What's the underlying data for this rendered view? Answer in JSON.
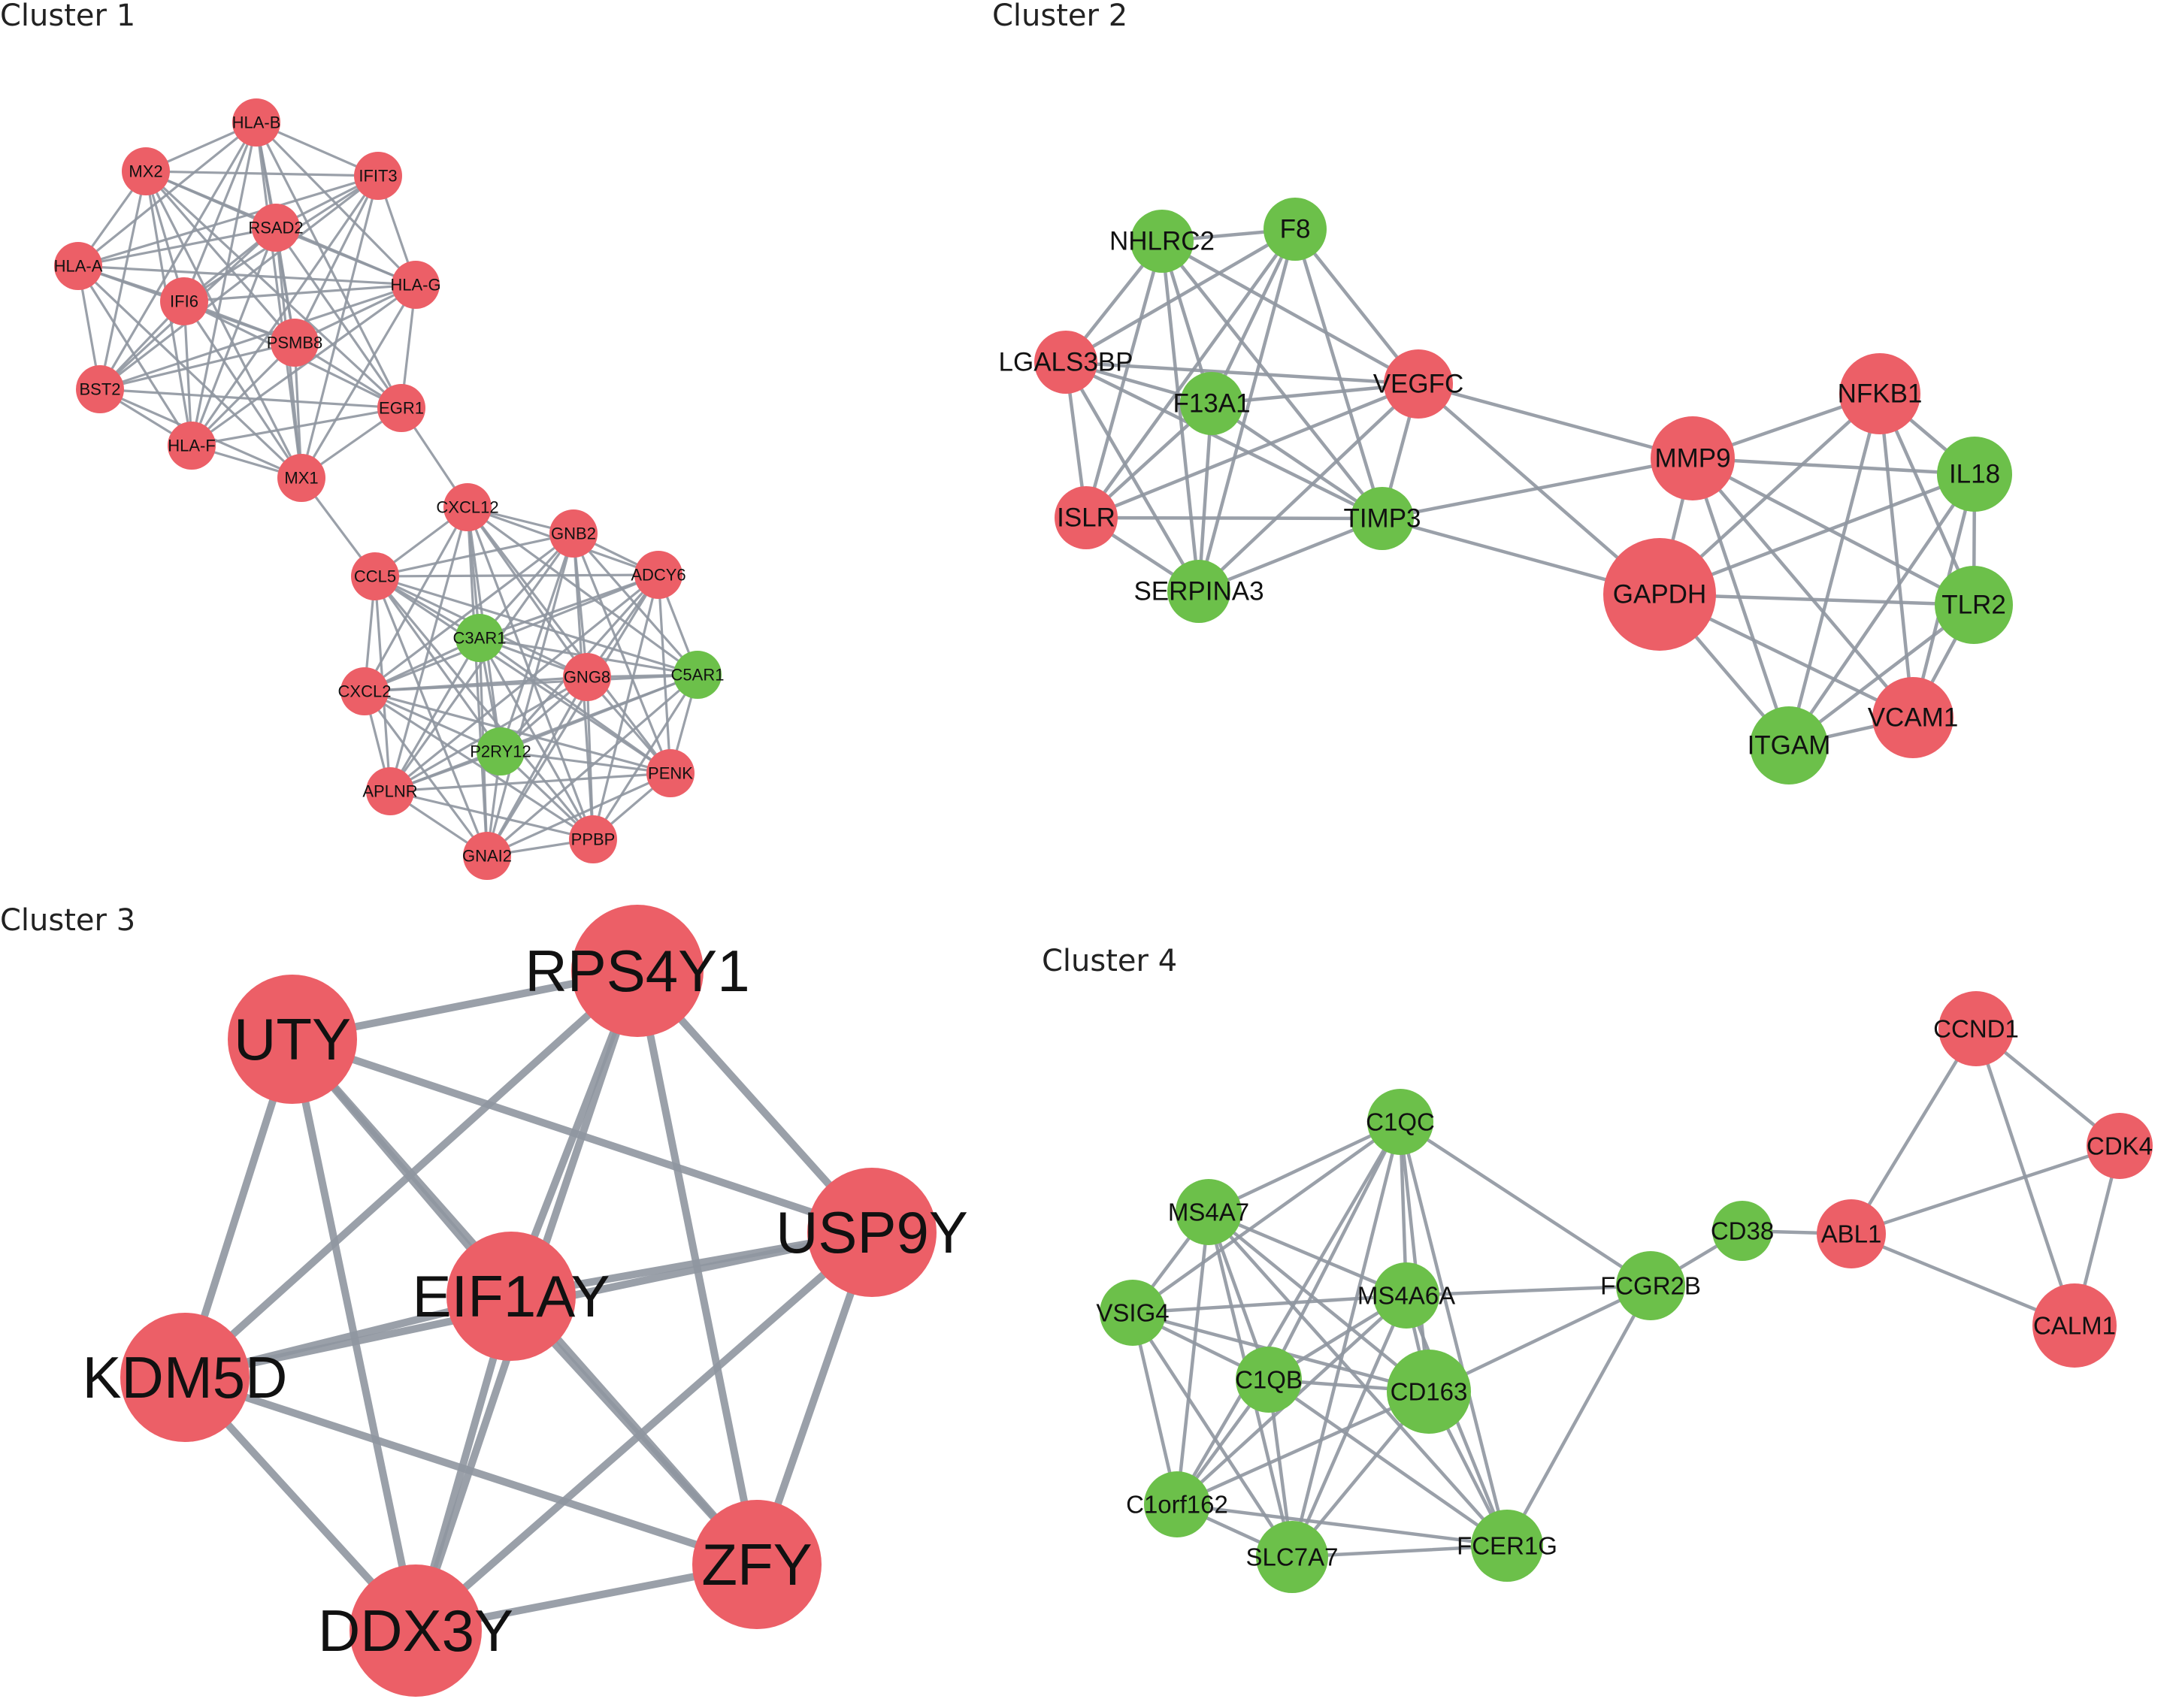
{
  "colors": {
    "red": "#ec5f67",
    "green": "#6cc04a",
    "edge": "#8f96a0",
    "text": "#111111"
  },
  "clusters": [
    {
      "title": "Cluster 1",
      "nodes": [
        {
          "id": "HLA-B",
          "color": "red"
        },
        {
          "id": "MX2",
          "color": "red"
        },
        {
          "id": "IFIT3",
          "color": "red"
        },
        {
          "id": "RSAD2",
          "color": "red"
        },
        {
          "id": "HLA-A",
          "color": "red"
        },
        {
          "id": "HLA-G",
          "color": "red"
        },
        {
          "id": "IFI6",
          "color": "red"
        },
        {
          "id": "PSMB8",
          "color": "red"
        },
        {
          "id": "BST2",
          "color": "red"
        },
        {
          "id": "EGR1",
          "color": "red"
        },
        {
          "id": "HLA-F",
          "color": "red"
        },
        {
          "id": "MX1",
          "color": "red"
        },
        {
          "id": "CXCL12",
          "color": "red"
        },
        {
          "id": "GNB2",
          "color": "red"
        },
        {
          "id": "ADCY6",
          "color": "red"
        },
        {
          "id": "CCL5",
          "color": "red"
        },
        {
          "id": "C3AR1",
          "color": "green"
        },
        {
          "id": "GNG8",
          "color": "red"
        },
        {
          "id": "C5AR1",
          "color": "green"
        },
        {
          "id": "CXCL2",
          "color": "red"
        },
        {
          "id": "P2RY12",
          "color": "green"
        },
        {
          "id": "PENK",
          "color": "red"
        },
        {
          "id": "APLNR",
          "color": "red"
        },
        {
          "id": "GNAI2",
          "color": "red"
        },
        {
          "id": "PPBP",
          "color": "red"
        }
      ]
    },
    {
      "title": "Cluster 2",
      "nodes": [
        {
          "id": "NHLRC2",
          "color": "green"
        },
        {
          "id": "F8",
          "color": "green"
        },
        {
          "id": "LGALS3BP",
          "color": "red"
        },
        {
          "id": "F13A1",
          "color": "green"
        },
        {
          "id": "VEGFC",
          "color": "red"
        },
        {
          "id": "ISLR",
          "color": "red"
        },
        {
          "id": "TIMP3",
          "color": "green"
        },
        {
          "id": "SERPINA3",
          "color": "green"
        },
        {
          "id": "NFKB1",
          "color": "red"
        },
        {
          "id": "MMP9",
          "color": "red"
        },
        {
          "id": "IL18",
          "color": "green"
        },
        {
          "id": "GAPDH",
          "color": "red"
        },
        {
          "id": "TLR2",
          "color": "green"
        },
        {
          "id": "VCAM1",
          "color": "red"
        },
        {
          "id": "ITGAM",
          "color": "green"
        }
      ]
    },
    {
      "title": "Cluster 3",
      "nodes": [
        {
          "id": "RPS4Y1",
          "color": "red"
        },
        {
          "id": "UTY",
          "color": "red"
        },
        {
          "id": "USP9Y",
          "color": "red"
        },
        {
          "id": "EIF1AY",
          "color": "red"
        },
        {
          "id": "KDM5D",
          "color": "red"
        },
        {
          "id": "ZFY",
          "color": "red"
        },
        {
          "id": "DDX3Y",
          "color": "red"
        }
      ]
    },
    {
      "title": "Cluster 4",
      "nodes": [
        {
          "id": "CCND1",
          "color": "red"
        },
        {
          "id": "C1QC",
          "color": "green"
        },
        {
          "id": "CDK4",
          "color": "red"
        },
        {
          "id": "MS4A7",
          "color": "green"
        },
        {
          "id": "CD38",
          "color": "green"
        },
        {
          "id": "ABL1",
          "color": "red"
        },
        {
          "id": "VSIG4",
          "color": "green"
        },
        {
          "id": "MS4A6A",
          "color": "green"
        },
        {
          "id": "FCGR2B",
          "color": "green"
        },
        {
          "id": "CALM1",
          "color": "red"
        },
        {
          "id": "C1QB",
          "color": "green"
        },
        {
          "id": "CD163",
          "color": "green"
        },
        {
          "id": "C1orf162",
          "color": "green"
        },
        {
          "id": "FCER1G",
          "color": "green"
        },
        {
          "id": "SLC7A7",
          "color": "green"
        }
      ]
    }
  ]
}
